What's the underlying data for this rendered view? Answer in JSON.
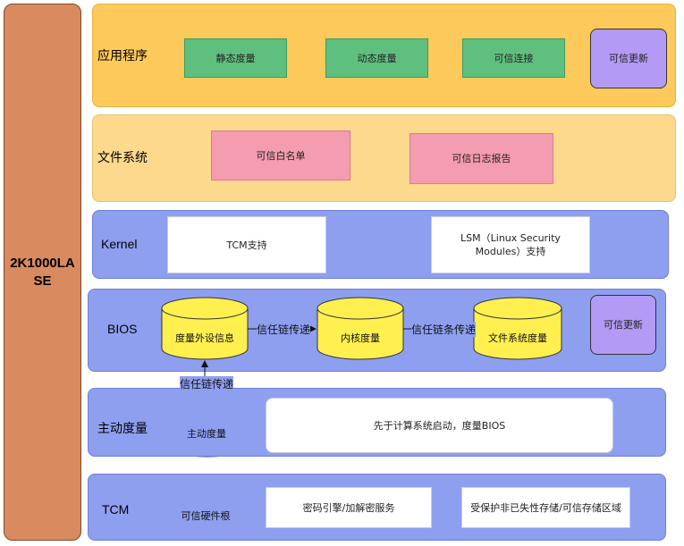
{
  "chip": {
    "label": "2K1000LASE"
  },
  "layers": {
    "app": {
      "label": "应用程序",
      "items": [
        "静态度量",
        "动态度量",
        "可信连接"
      ],
      "update": "可信更新"
    },
    "fs": {
      "label": "文件系统",
      "items": [
        "可信白名单",
        "可信日志报告"
      ]
    },
    "kernel": {
      "label": "Kernel",
      "tcm": "TCM支持",
      "lsm": "LSM（Linux Security Modules）支持"
    },
    "bios": {
      "label": "BIOS",
      "cyl1": "度量外设信息",
      "cyl2": "内核度量",
      "cyl3": "文件系统度量",
      "arrow1": "信任链传递",
      "arrow2": "信任链条传递",
      "update": "可信更新"
    },
    "active": {
      "label": "主动度量",
      "cyl": "主动度量",
      "arrow": "信任链传递",
      "desc": "先于计算系统启动，度量BIOS"
    },
    "tcm": {
      "label": "TCM",
      "cyl": "可信硬件根",
      "crypto": "密码引擎/加解密服务",
      "storage": "受保护非已失性存储/可信存储区域"
    }
  },
  "colors": {
    "app_layer": "#fdc95a",
    "fs_layer": "#fdd98e",
    "blue_layer": "#8e9ff0",
    "sidebar": "#d98a5f",
    "green": "#5fbf7f",
    "pink": "#f49cb0",
    "purple": "#b39bf5",
    "yellow_cyl": "#fff04f",
    "cyan_cyl": "#aeeaff",
    "green_cyl": "#5fbf7f"
  }
}
